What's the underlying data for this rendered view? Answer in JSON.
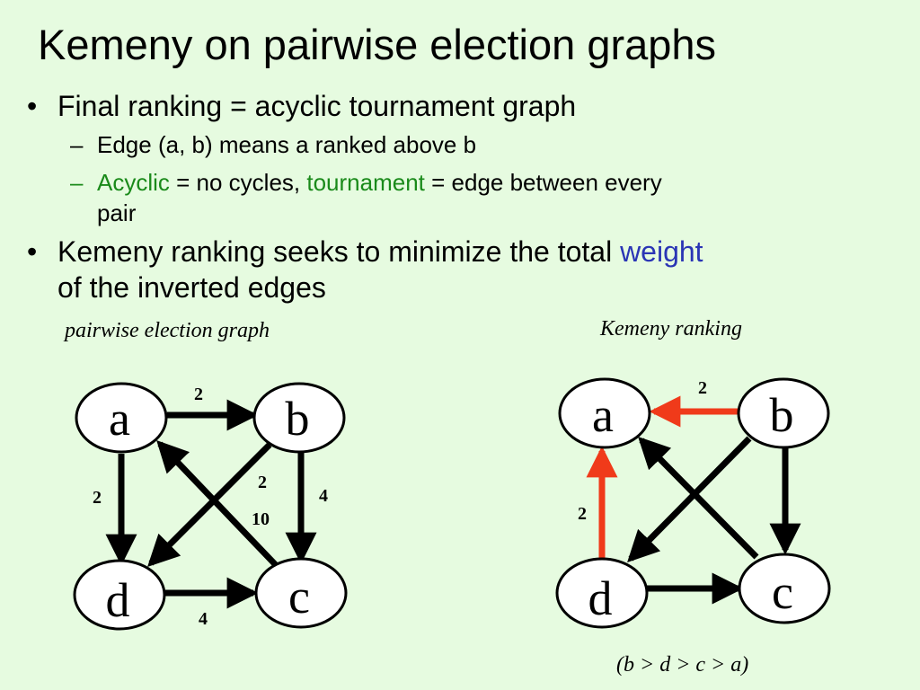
{
  "slide": {
    "title": "Kemeny on pairwise election graphs",
    "bullet1": {
      "text": "Final ranking = acyclic tournament graph",
      "sub1": "Edge (a, b) means a ranked above b",
      "sub2": {
        "acyclic": "Acyclic",
        "mid": " = no cycles, ",
        "tournament": "tournament",
        "rest": " = edge between every",
        "cont": "pair"
      }
    },
    "bullet2": {
      "line1_pre": "Kemeny ranking seeks to minimize the total ",
      "line1_weight": "weight",
      "line2": "of the inverted edges"
    },
    "bullet_char": "•",
    "dash_char": "–"
  },
  "left_graph": {
    "caption": "pairwise election graph",
    "nodes": {
      "a": "a",
      "b": "b",
      "c": "c",
      "d": "d"
    },
    "weights": {
      "ab": "2",
      "ad": "2",
      "bc": "4",
      "bd": "2",
      "ca": "10",
      "dc": "4"
    }
  },
  "right_graph": {
    "caption": "Kemeny ranking",
    "nodes": {
      "a": "a",
      "b": "b",
      "c": "c",
      "d": "d"
    },
    "weights": {
      "ba": "2",
      "da": "2"
    },
    "ranking": "(b > d > c > a)",
    "inverted_color": "#f03a1a",
    "normal_color": "#000000"
  }
}
